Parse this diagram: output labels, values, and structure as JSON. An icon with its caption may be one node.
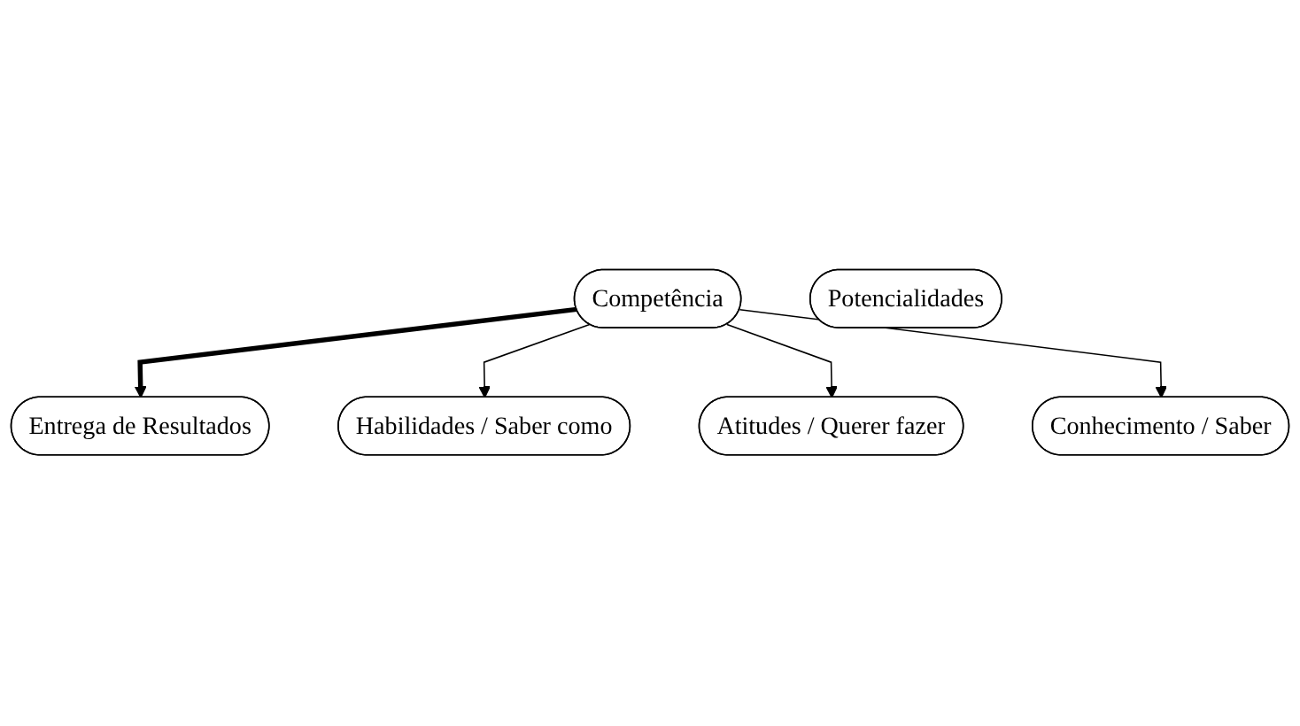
{
  "diagram": {
    "nodes": [
      {
        "text": [
          "Competência"
        ]
      },
      {
        "text": [
          "Entrega de Resultados"
        ]
      },
      {
        "text": [
          "Habilidades / Saber como"
        ]
      },
      {
        "text": [
          "Atitudes / Querer fazer"
        ]
      },
      {
        "text": [
          "Conhecimento / Saber"
        ]
      },
      {
        "text": [
          "Potencialidades"
        ]
      }
    ],
    "edges": [
      {
        "from": 0,
        "to": 1,
        "arrow": "to",
        "style": "thick"
      },
      {
        "from": 0,
        "to": 2,
        "arrow": "to"
      },
      {
        "from": 0,
        "to": 3,
        "arrow": "to"
      },
      {
        "from": 0,
        "to": 4,
        "arrow": "to"
      }
    ]
  }
}
